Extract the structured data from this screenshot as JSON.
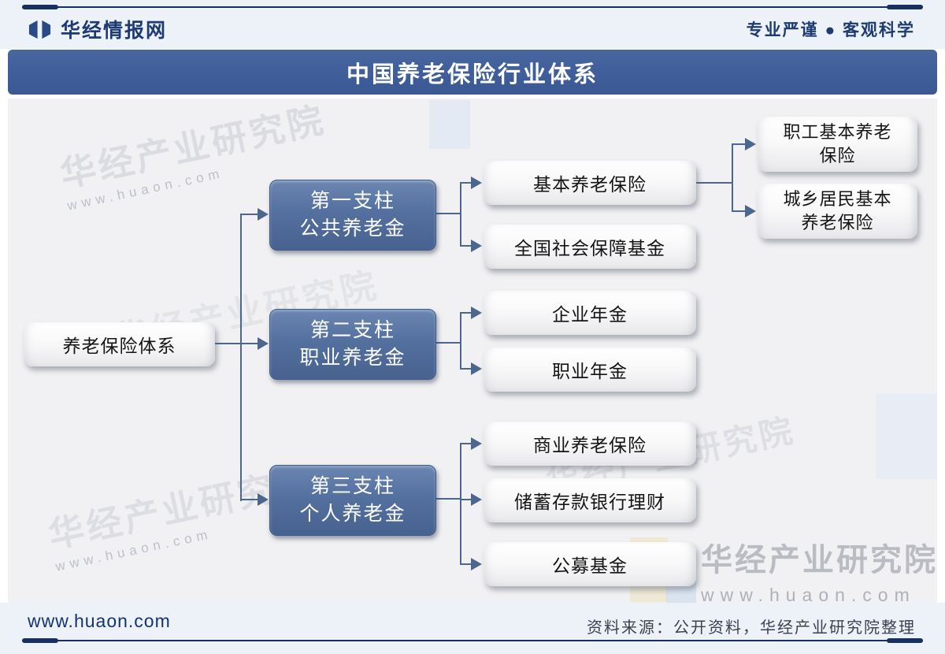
{
  "header": {
    "brand": "华经情报网",
    "tagline": "专业严谨 ● 客观科学"
  },
  "title": "中国养老保险行业体系",
  "tree": {
    "root": {
      "label": "养老保险体系"
    },
    "pillars": [
      {
        "line1": "第一支柱",
        "line2": "公共养老金"
      },
      {
        "line1": "第二支柱",
        "line2": "职业养老金"
      },
      {
        "line1": "第三支柱",
        "line2": "个人养老金"
      }
    ],
    "children": [
      {
        "label": "基本养老保险"
      },
      {
        "label": "全国社会保障基金"
      },
      {
        "label": "企业年金"
      },
      {
        "label": "职业年金"
      },
      {
        "label": "商业养老保险"
      },
      {
        "label": "储蓄存款银行理财"
      },
      {
        "label": "公募基金"
      }
    ],
    "grandchildren": [
      {
        "line1": "职工基本养老",
        "line2": "保险"
      },
      {
        "line1": "城乡居民基本",
        "line2": "养老保险"
      }
    ]
  },
  "watermark": {
    "name": "华经产业研究院",
    "url": "www.huaon.com"
  },
  "footer": {
    "site": "www.huaon.com",
    "source": "资料来源：公开资料，华经产业研究院整理"
  },
  "colors": {
    "title_bar": "#3f5e9a",
    "pillar_box": "#54709f",
    "connector": "#4b678f",
    "brand_text": "#1d3b72",
    "header_bg": "#edf1f8",
    "canvas_bg": "#f1f1f3"
  }
}
